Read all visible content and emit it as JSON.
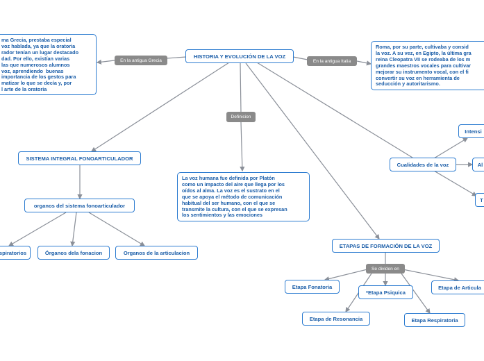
{
  "root": "HISTORIA Y EVOLUCIÓN DE LA VOZ",
  "edge_labels": {
    "grecia": "En la antigua Grecia",
    "italia": "En la antigua Italia",
    "definicion": "Definicion",
    "dividen": "Se dividen en"
  },
  "greece_text": "ma Grecia, prestaba especial\nvoz hablada, ya que la oratoria\nrador tenían un lugar destacado\ndad. Por ello, existían varias\nlas que numerosos alumnos\nvoz, aprendiendo  buenas\nimportancia de los gestos para\nmatizar lo que se decía y, por\nl arte de la oratoria",
  "rome_text": "Roma, por su parte, cultivaba y consid\nla voz. A su vez, en Egipto, la última gra\nreina Cleopatra VII se rodeaba de los m\ngrandes maestros vocales para cultivar\nmejorar su instrumento vocal, con el fi\nconvertir su voz en herramienta de\nseducción y autoritarismo.",
  "definition_text": "La voz humana fue definida por Platón\ncomo un impacto del aire que llega por los\noídos al alma. La voz es el sustrato en el\nque se apoya el método de comunicación\nhabitual del ser humano, con el que se\ntransmite la cultura, con el que se expresan\nlos sentimientos y las emociones",
  "sistema": "SISTEMA INTEGRAL FONOARTICULADOR",
  "organos": "organos del sistema fonoarticulador",
  "organos_children": [
    "spiratorios",
    "Órganos dela fonacion",
    "Organos de la articulacion"
  ],
  "cualidades": "Cualidades de la voz",
  "cualidades_children": [
    "Intensi",
    "Al",
    "T"
  ],
  "etapas": "ETAPAS DE FORMACIÓN DE LA VOZ",
  "etapas_children": [
    "Etapa Fonatoria",
    "*Etapa Psiquica",
    "Etapa de Articula",
    "Etapa de Resonancia",
    "Etapa Respiratoria"
  ],
  "colors": {
    "node_border": "#2b7bd0",
    "node_text": "#1a5da8",
    "edge": "#8a8f98",
    "label_bg": "#8a8a8a"
  }
}
